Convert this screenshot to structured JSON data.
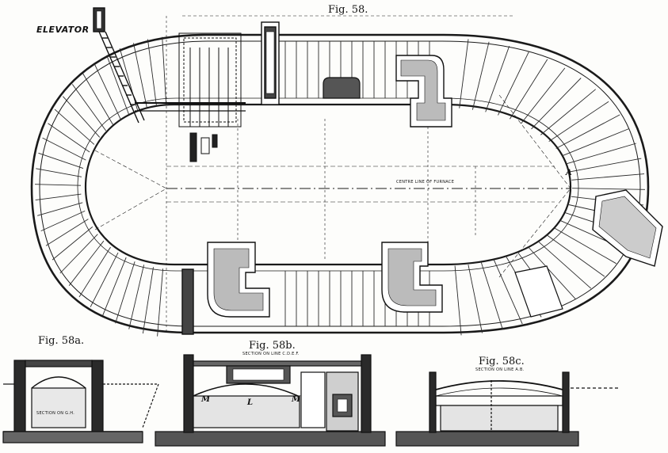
{
  "figures": {
    "main_title": "Fig. 58.",
    "fig_a_title": "Fig. 58a.",
    "fig_b_title": "Fig. 58b.",
    "fig_c_title": "Fig. 58c."
  },
  "labels": {
    "elevator": "ELEVATOR",
    "centre_line": "CENTRE LINE OF FURNACE",
    "section_gh": "SECTION ON G.H.",
    "section_cdef": "SECTION ON LINE C.D.E.F.",
    "section_ab": "SECTION ON LINE A.B.",
    "letter_a": "A",
    "letter_m1": "M",
    "letter_l": "L",
    "letter_m2": "M"
  }
}
